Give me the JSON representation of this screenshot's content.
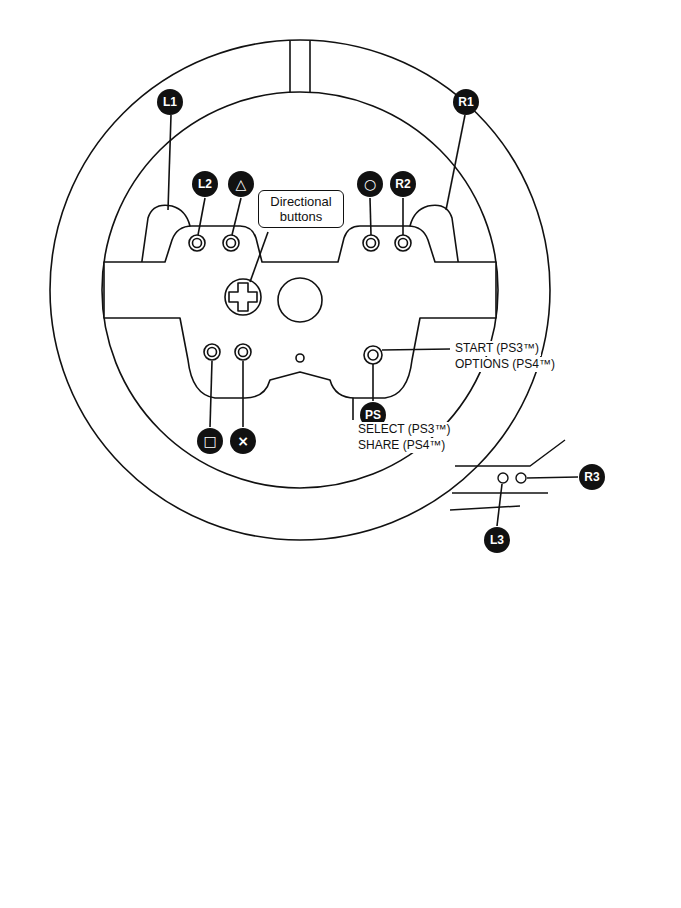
{
  "diagram": {
    "nodes": [
      {
        "text": [
          "Directional buttons"
        ]
      }
    ],
    "labels": [
      "L1",
      "L2",
      "△",
      "○",
      "R2",
      "R1",
      "START (PS3™)",
      "OPTIONS (PS4™)",
      "PS",
      "SELECT (PS3™)",
      "SHARE (PS4™)",
      "□",
      "×",
      "R3",
      "L3"
    ]
  }
}
